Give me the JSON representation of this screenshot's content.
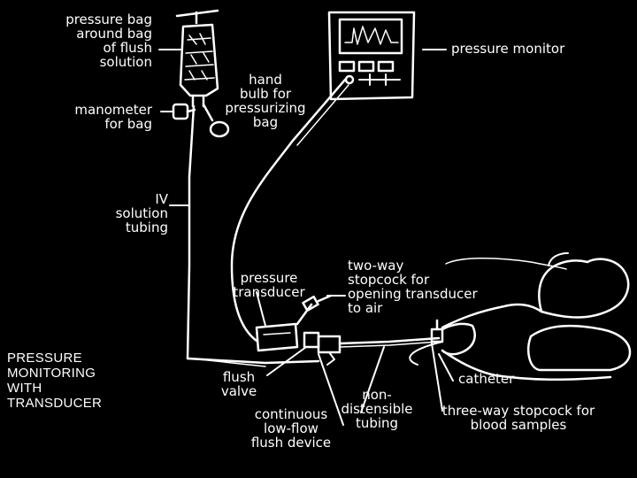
{
  "diagram": {
    "title": [
      "PRESSURE",
      "MONITORING",
      "WITH",
      "TRANSDUCER"
    ],
    "labels": {
      "pressure_bag": [
        "pressure bag",
        "around bag",
        "of flush",
        "solution"
      ],
      "manometer": [
        "manometer",
        "for bag"
      ],
      "hand_bulb": [
        "hand",
        "bulb for",
        "pressurizing",
        "bag"
      ],
      "pressure_monitor": [
        "pressure monitor"
      ],
      "iv_tubing": [
        "IV",
        "solution",
        "tubing"
      ],
      "pressure_transducer": [
        "pressure",
        "transducer"
      ],
      "two_way_stopcock": [
        "two-way",
        "stopcock for",
        "opening transducer",
        "to air"
      ],
      "flush_valve": [
        "flush",
        "valve"
      ],
      "flush_device": [
        "continuous",
        "low-flow",
        "flush device"
      ],
      "tubing": [
        "non-",
        "distensible",
        "tubing"
      ],
      "catheter": [
        "catheter"
      ],
      "three_way_stopcock": [
        "three-way stopcock for",
        "blood samples"
      ]
    },
    "colors": {
      "background": "#000000",
      "ink": "#ffffff"
    }
  }
}
